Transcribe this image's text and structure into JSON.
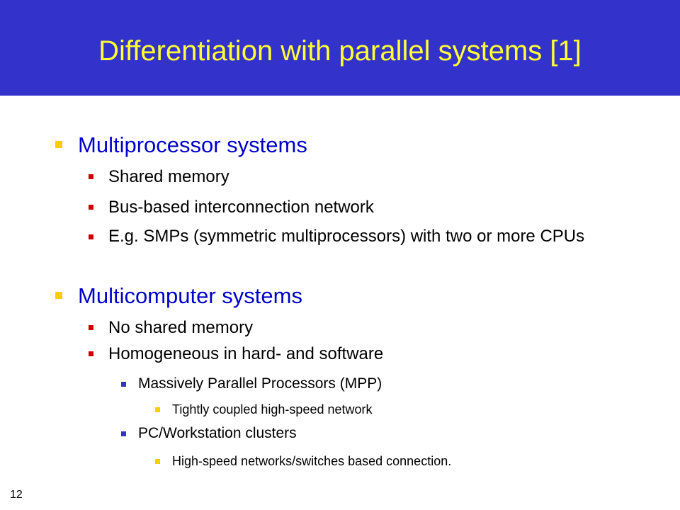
{
  "slide": {
    "title": "Differentiation with parallel systems [1]",
    "page_number": "12",
    "colors": {
      "header_bg": "#3333cc",
      "title_text": "#ffff33",
      "level1_text": "#0000cc",
      "level1_bullet": "#ffcc00",
      "level2_bullet": "#cc0000",
      "level3_bullet": "#3333cc",
      "level4_bullet": "#ffcc00"
    },
    "items": [
      {
        "text": "Multiprocessor systems"
      },
      {
        "text": "Shared memory"
      },
      {
        "text": "Bus-based interconnection network"
      },
      {
        "text": "E.g. SMPs (symmetric multiprocessors) with two or more CPUs"
      },
      {
        "text": "Multicomputer systems"
      },
      {
        "text": "No shared memory"
      },
      {
        "text": "Homogeneous in hard- and software"
      },
      {
        "text": "Massively Parallel Processors (MPP)"
      },
      {
        "text": "Tightly coupled high-speed network"
      },
      {
        "text": "PC/Workstation clusters"
      },
      {
        "text": "High-speed networks/switches based connection."
      }
    ]
  }
}
